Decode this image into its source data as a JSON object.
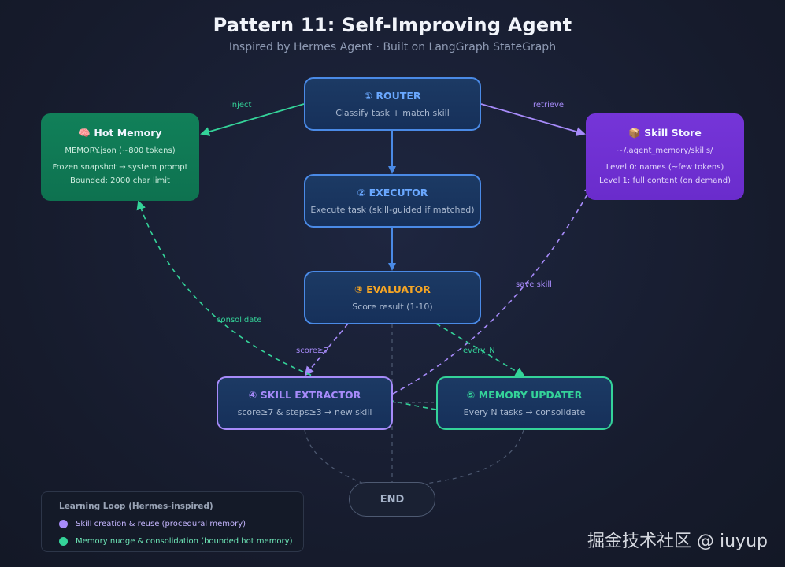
{
  "header": {
    "title": "Pattern 11: Self-Improving Agent",
    "subtitle": "Inspired by Hermes Agent · Built on LangGraph StateGraph"
  },
  "colors": {
    "flow_border": "#4a8ae6",
    "router_title": "#6aa8ff",
    "executor_title": "#6aa8ff",
    "evaluator_title": "#f5a524",
    "skill_color": "#a78bfa",
    "memory_color": "#34d399",
    "hot_memory_bg": "#118059",
    "skill_store_bg": "#7535d8"
  },
  "nodes": {
    "router": {
      "icon": "①",
      "title": "ROUTER",
      "desc": "Classify task + match skill"
    },
    "executor": {
      "icon": "②",
      "title": "EXECUTOR",
      "desc": "Execute task (skill-guided if matched)"
    },
    "evaluator": {
      "icon": "③",
      "title": "EVALUATOR",
      "desc": "Score result (1-10)"
    },
    "skill_extractor": {
      "icon": "④",
      "title": "SKILL EXTRACTOR",
      "desc": "score≥7 & steps≥3 → new skill"
    },
    "memory_updater": {
      "icon": "⑤",
      "title": "MEMORY UPDATER",
      "desc": "Every N tasks → consolidate"
    },
    "end": {
      "title": "END"
    },
    "hot_memory": {
      "icon": "🧠",
      "title": "Hot Memory",
      "lines": [
        "MEMORY.json (~800 tokens)",
        "Frozen snapshot → system prompt",
        "Bounded: 2000 char limit"
      ]
    },
    "skill_store": {
      "icon": "📦",
      "title": "Skill Store",
      "lines": [
        "~/.agent_memory/skills/",
        "Level 0: names (~few tokens)",
        "Level 1: full content (on demand)"
      ]
    }
  },
  "edges": {
    "inject": "inject",
    "retrieve": "retrieve",
    "consolidate": "consolidate",
    "save_skill": "save skill",
    "score_ge_7": "score≥7",
    "every_n": "every_N"
  },
  "legend": {
    "title": "Learning Loop (Hermes-inspired)",
    "items": [
      {
        "label": "Skill creation & reuse (procedural memory)",
        "color": "#a78bfa"
      },
      {
        "label": "Memory nudge & consolidation (bounded hot memory)",
        "color": "#34d399"
      }
    ]
  },
  "watermark": "掘金技术社区 @ iuyup"
}
